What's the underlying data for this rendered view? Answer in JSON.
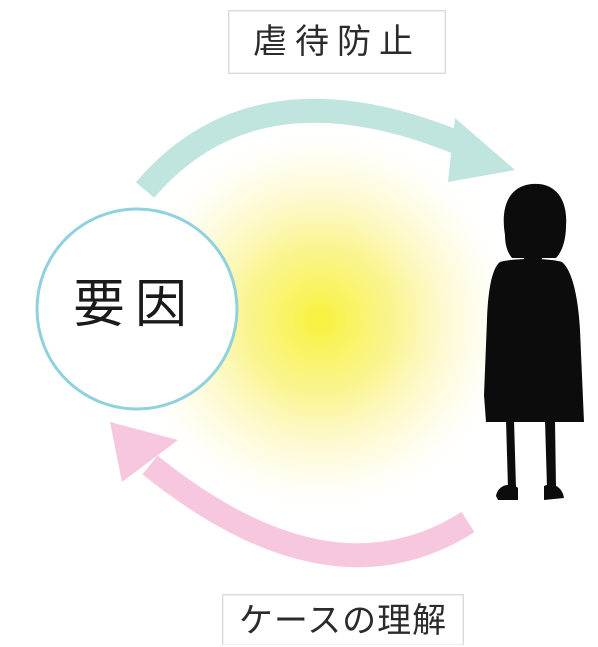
{
  "diagram": {
    "top_label": "虐待防止",
    "bottom_label": "ケースの理解",
    "center_label": "要因"
  },
  "colors": {
    "top_arrow": "#bfe5de",
    "bottom_arrow": "#f6c7df",
    "circle_stroke": "#8fd1de",
    "glow": "#fbf37a",
    "silhouette": "#0c0c0c"
  },
  "icons": [
    "person-silhouette-icon"
  ]
}
